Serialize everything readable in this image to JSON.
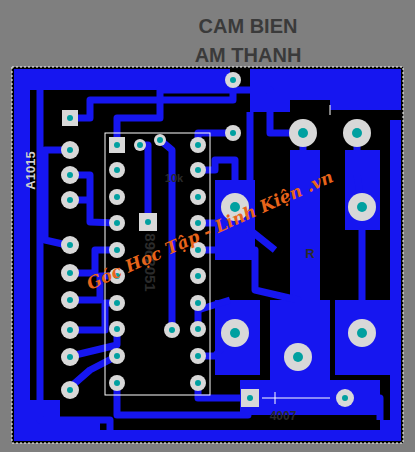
{
  "diagram": {
    "title": "CAM BIEN AM THANH",
    "labels": [
      "A1015",
      "89c2051",
      "10k",
      "4007",
      "R",
      "Góc Học Tập - Linh Kiện .vn"
    ]
  }
}
